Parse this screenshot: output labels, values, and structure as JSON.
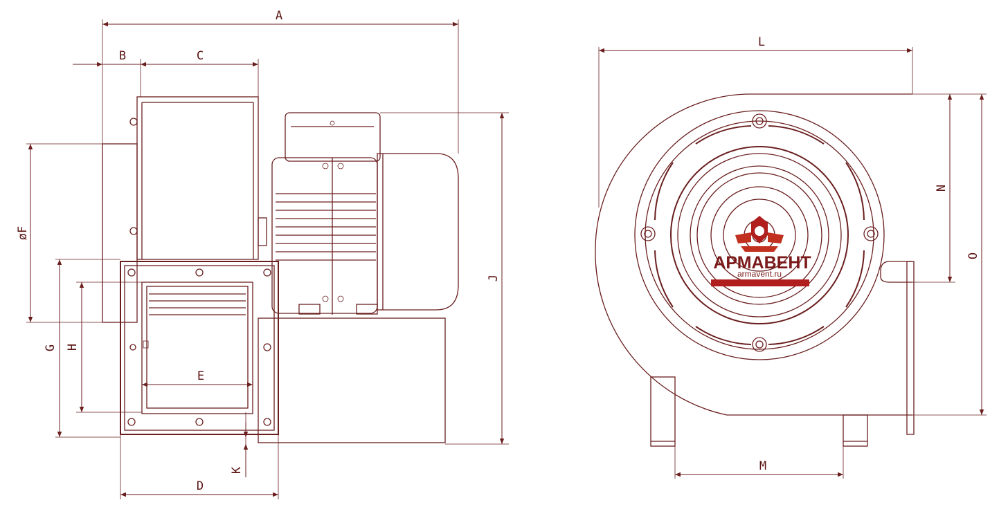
{
  "dimensions": {
    "A": "A",
    "B": "B",
    "C": "C",
    "D": "D",
    "E": "E",
    "F": "øF",
    "G": "G",
    "H": "H",
    "J": "J",
    "K": "K",
    "L": "L",
    "M": "M",
    "N": "N",
    "O": "O"
  },
  "logo": {
    "name": "АРМАВЕНТ",
    "site": "armavent.ru"
  },
  "colors": {
    "line": "#6a1e1e",
    "logo": "#b01e1e"
  }
}
